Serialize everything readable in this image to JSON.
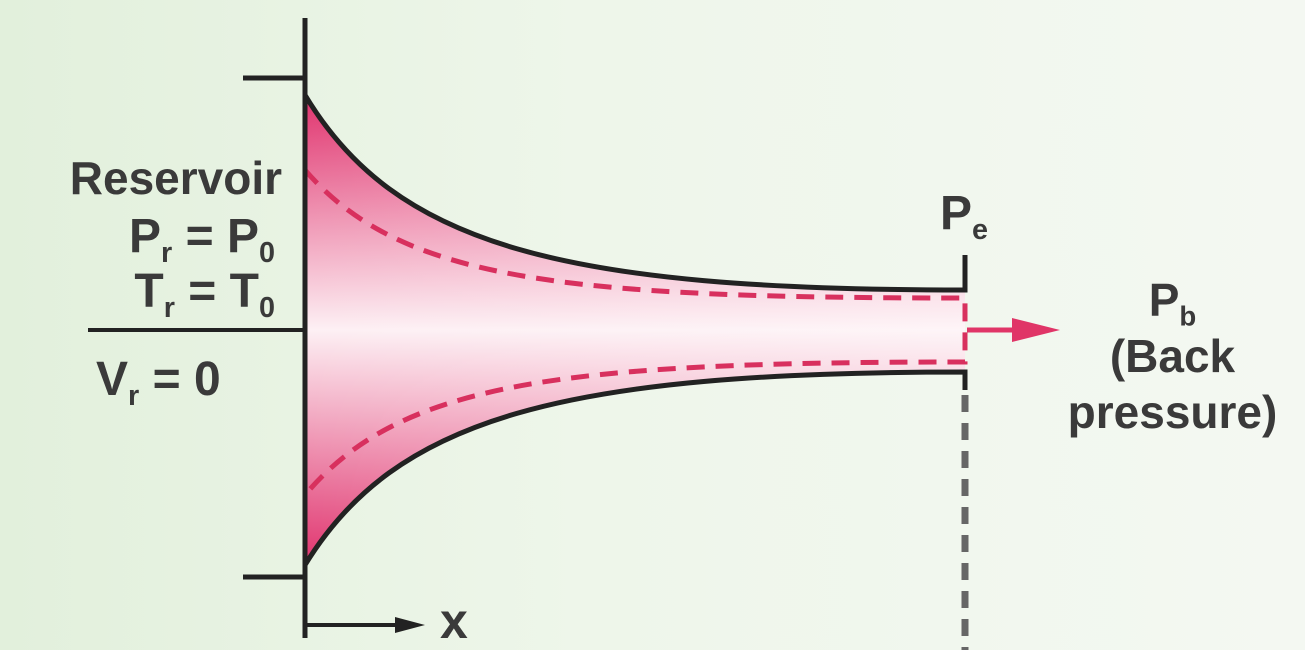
{
  "reservoir": {
    "title": "Reservoir",
    "pressure": {
      "symbol": "P",
      "sub": "r",
      "rhs_symbol": "P",
      "rhs_sub": "0"
    },
    "temperature": {
      "symbol": "T",
      "sub": "r",
      "rhs_symbol": "T",
      "rhs_sub": "0"
    },
    "velocity": {
      "symbol": "V",
      "sub": "r",
      "rhs": "= 0"
    },
    "equals": "="
  },
  "exit_label": {
    "symbol": "P",
    "sub": "e"
  },
  "back_pressure": {
    "symbol": "P",
    "sub": "b",
    "line1": "(Back",
    "line2": "pressure)"
  },
  "axis_label": "x",
  "colors": {
    "fill": "#e8407a",
    "dashed": "#d8305e",
    "outline": "#222222",
    "arrow": "#e03567",
    "text": "#3a3a3a"
  }
}
